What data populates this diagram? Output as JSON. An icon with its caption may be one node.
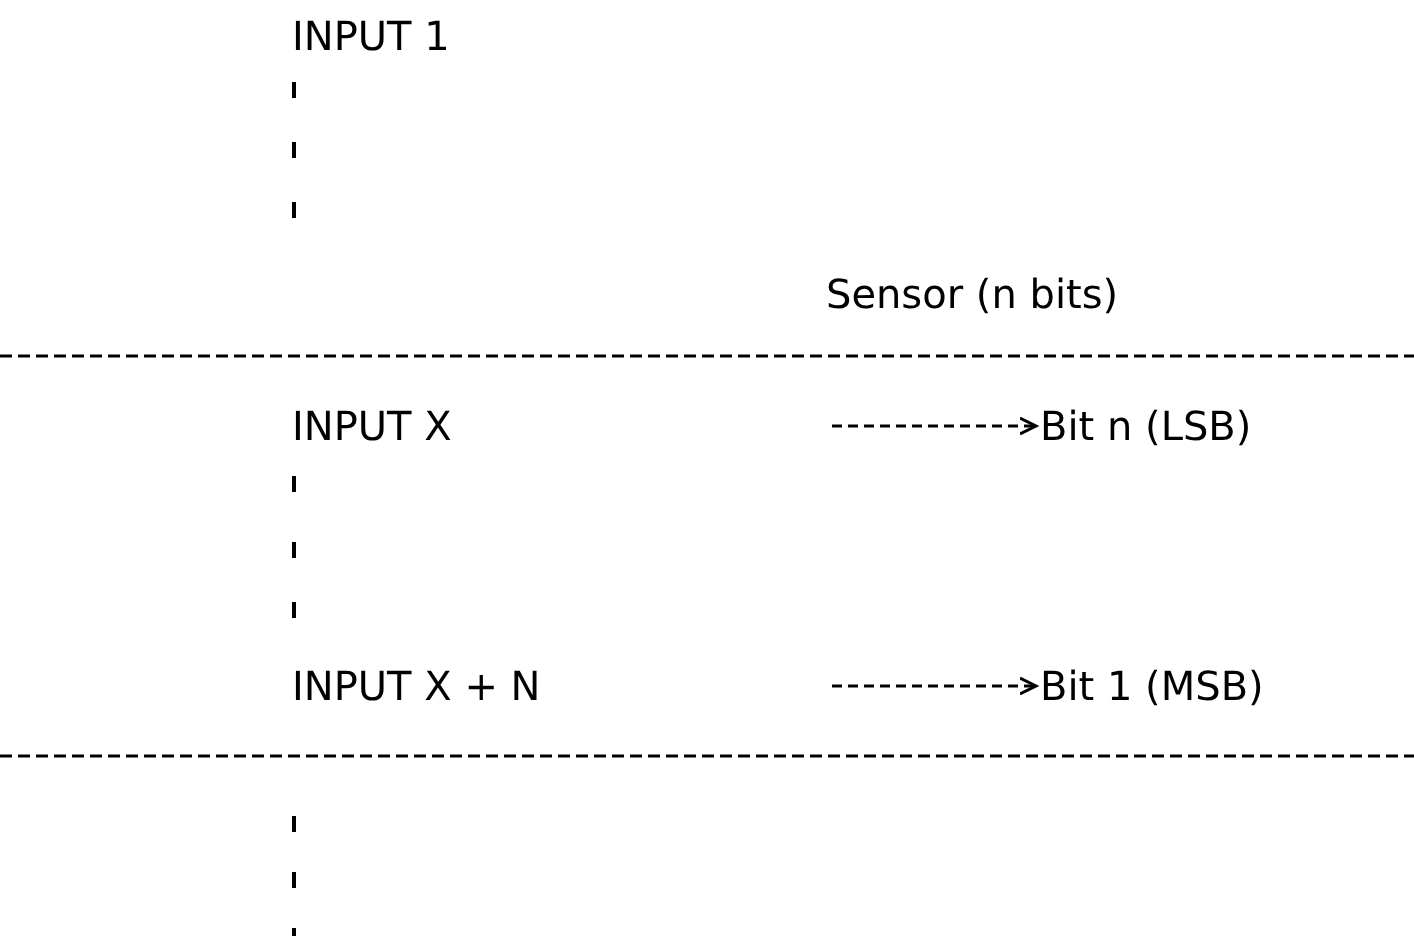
{
  "diagram": {
    "nodes": [
      {
        "text": [
          "INPUT X"
        ]
      },
      {
        "text": [
          "Bit n (LSB)"
        ]
      },
      {
        "text": [
          "INPUT X + N"
        ]
      },
      {
        "text": [
          "Bit 1 (MSB)"
        ]
      }
    ],
    "edges": [
      {
        "from": null,
        "to": 1,
        "arrow": "to",
        "style": "dashed"
      },
      {
        "from": null,
        "to": 3,
        "arrow": "to",
        "style": "dashed"
      }
    ],
    "labels": [
      "INPUT 1",
      "Sensor (n bits)"
    ]
  }
}
